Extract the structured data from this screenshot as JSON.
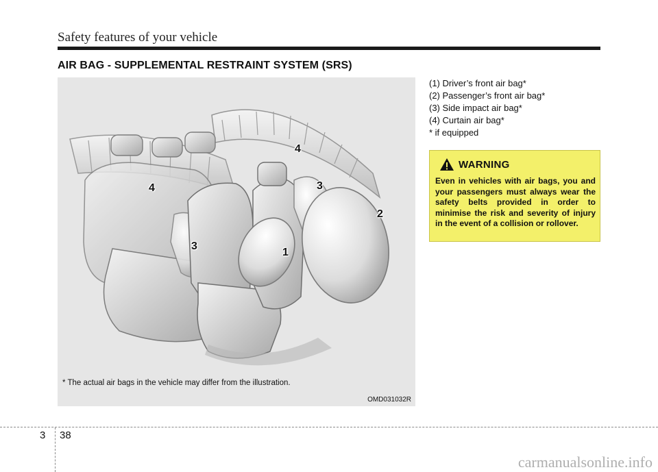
{
  "header": {
    "section_title": "Safety features of your vehicle"
  },
  "page": {
    "heading": "AIR BAG - SUPPLEMENTAL RESTRAINT SYSTEM (SRS)"
  },
  "figure": {
    "callouts": [
      "4",
      "4",
      "3",
      "3",
      "2",
      "1"
    ],
    "note": "* The actual air bags in the vehicle may differ from the illustration.",
    "code": "OMD031032R"
  },
  "legend": {
    "items": [
      "(1) Driver’s front air bag*",
      "(2) Passenger’s front air bag*",
      "(3) Side impact air bag*",
      "(4) Curtain air bag*",
      "* if equipped"
    ]
  },
  "warning": {
    "title": "WARNING",
    "text": "Even in vehicles with air bags, you and your passengers must always wear the safety belts provided in order to minimise the risk and severity of injury in the event of a collision or rollover."
  },
  "footer": {
    "chapter": "3",
    "page": "38"
  },
  "watermark": {
    "text": "carmanualsonline.info"
  }
}
